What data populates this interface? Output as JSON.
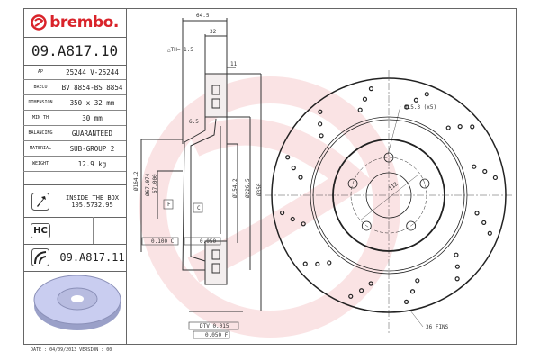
{
  "brand": {
    "name": "brembo.",
    "color": "#d9232a"
  },
  "part_number": "09.A817.10",
  "specs": [
    {
      "key": "AP",
      "value": "25244 V-25244"
    },
    {
      "key": "BRECO",
      "value": "BV 8854-BS 8854"
    },
    {
      "key": "DIMENSION",
      "value": "350 x 32 mm"
    },
    {
      "key": "MIN TH",
      "value": "30 mm"
    },
    {
      "key": "BALANCING",
      "value": "GUARANTEED"
    },
    {
      "key": "MATERIAL",
      "value": "SUB-GROUP 2"
    },
    {
      "key": "WEIGHT",
      "value": "12.9 kg"
    }
  ],
  "inside_box": {
    "label": "INSIDE THE BOX",
    "code": "105.5732.95",
    "icon": "screw-icon"
  },
  "hc": {
    "label": "HC"
  },
  "alt_part": {
    "number": "09.A817.11",
    "icon": "disc-pad-icon"
  },
  "footer": {
    "date": "DATE : 04/09/2013 VERSION : 00"
  },
  "dims": {
    "overall_width": "64.5",
    "thickness": "32",
    "delta_th": "△TH= 1.5",
    "d11": "11",
    "d6_5": "6.5",
    "d164": "Ø164.2",
    "d67": "Ø67.074",
    "d67b": "67.000",
    "d154": "Ø154.2",
    "d226": "Ø226.5",
    "d350": "Ø350",
    "datum_f": "F",
    "datum_c": "C",
    "tol_1": "0.100 C",
    "tol_2": "0.050",
    "dtv": "DTV 0.015",
    "tol_3": "0.050 F",
    "holes": "Ø15.3 (x5)",
    "pcd": "112",
    "fins": "36 FINS"
  }
}
